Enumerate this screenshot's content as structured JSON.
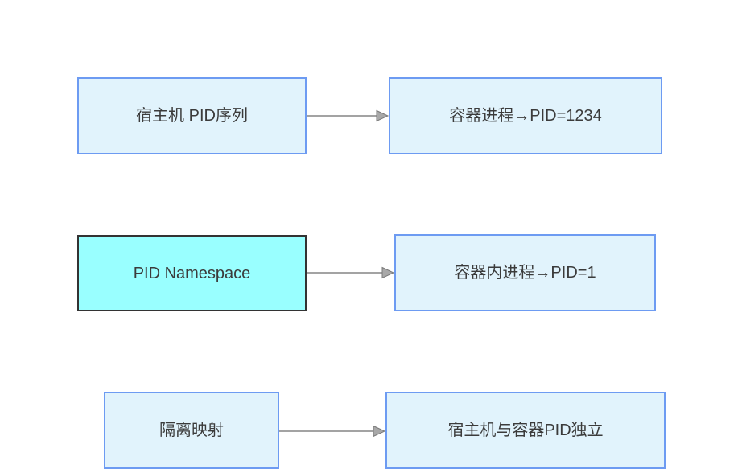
{
  "diagram": {
    "title": "PID Namespace isolation diagram",
    "colors": {
      "background": "#ffffff",
      "node_fill": "#e1f3fc",
      "node_border": "#6d9bf2",
      "highlight_fill": "#99ffff",
      "highlight_border": "#333333",
      "arrow": "#a3a3a3",
      "text": "#3b3b3b"
    },
    "rows": [
      {
        "source": {
          "label": "宿主机 PID序列",
          "style": "default"
        },
        "target": {
          "label": "容器进程→PID=1234",
          "style": "default"
        }
      },
      {
        "source": {
          "label": "PID Namespace",
          "style": "highlight"
        },
        "target": {
          "label": "容器内进程→PID=1",
          "style": "default"
        }
      },
      {
        "source": {
          "label": "隔离映射",
          "style": "default"
        },
        "target": {
          "label": "宿主机与容器PID独立",
          "style": "default"
        }
      }
    ],
    "connections": [
      {
        "from": "宿主机 PID序列",
        "to": "容器进程→PID=1234"
      },
      {
        "from": "PID Namespace",
        "to": "容器内进程→PID=1"
      },
      {
        "from": "隔离映射",
        "to": "宿主机与容器PID独立"
      }
    ]
  }
}
